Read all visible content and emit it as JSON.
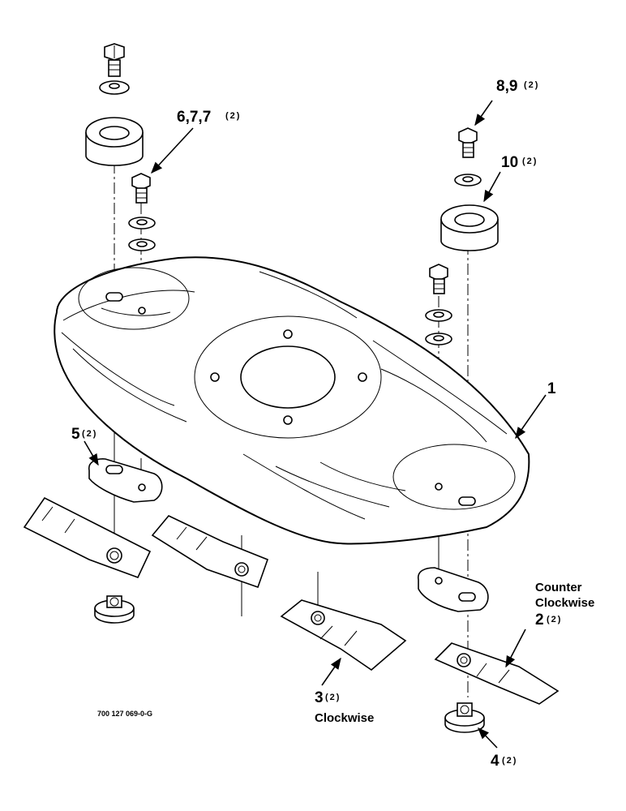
{
  "callouts": {
    "c1": {
      "num": "1",
      "qty": ""
    },
    "c2": {
      "num": "2",
      "qty": "(2)",
      "note1": "Counter",
      "note2": "Clockwise"
    },
    "c3": {
      "num": "3",
      "qty": "(2)",
      "note": "Clockwise"
    },
    "c4": {
      "num": "4",
      "qty": "(2)"
    },
    "c5": {
      "num": "5",
      "qty": "(2)"
    },
    "c6": {
      "num": "6,7,7",
      "qty": "(2)"
    },
    "c8": {
      "num": "8,9",
      "qty": "(2)"
    },
    "c10": {
      "num": "10",
      "qty": "(2)"
    }
  },
  "figure_code": "700 127 069-0-G",
  "icons": [
    "bolt-icon",
    "washer-icon",
    "spacer-icon",
    "blade-icon",
    "cup-nut-icon",
    "disc-icon",
    "arrow-icon"
  ]
}
